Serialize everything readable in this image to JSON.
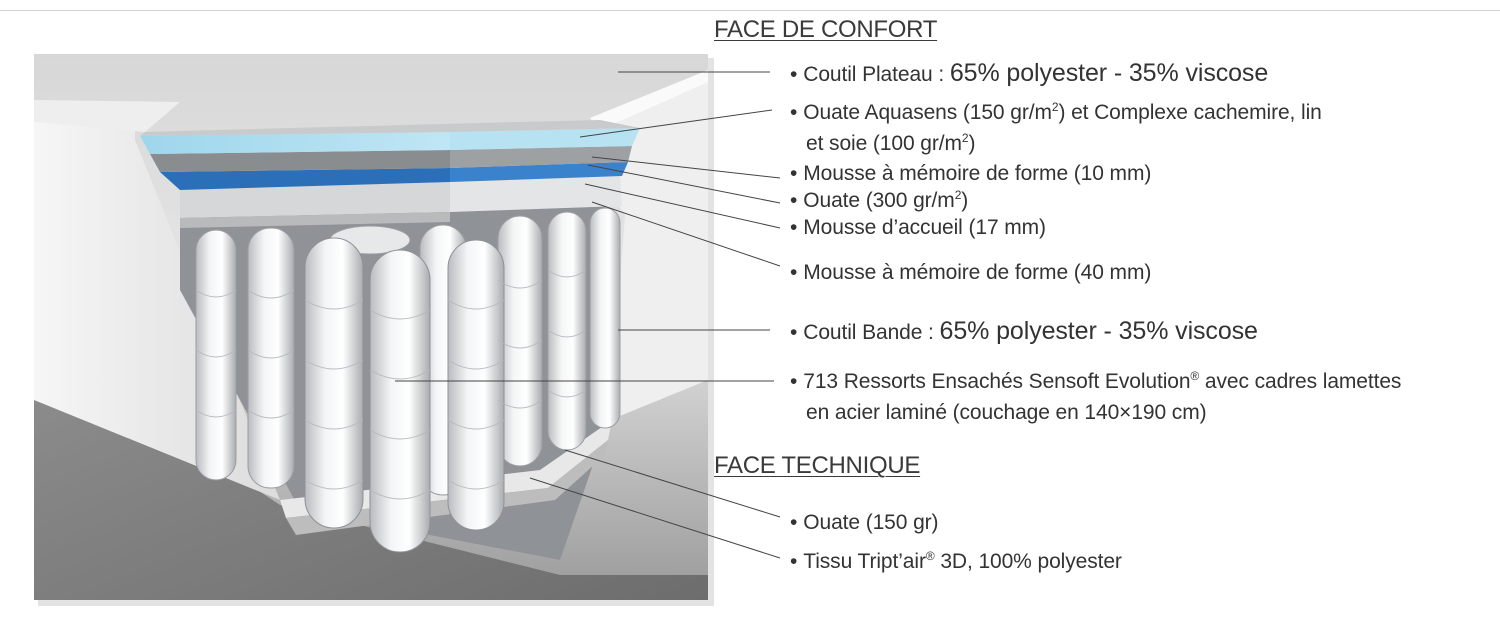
{
  "headings": {
    "comfort": "FACE DE CONFORT",
    "technical": "FACE TECHNIQUE"
  },
  "labels": {
    "coutil_plateau": {
      "name": "Coutil Plateau :",
      "value": "65% polyester - 35% viscose"
    },
    "ouate_aquasens": {
      "line1_a": "Ouate Aquasens (150 gr/m",
      "line1_sup": "2",
      "line1_b": ") et Complexe cachemire, lin",
      "line2_a": "et soie (100 gr/m",
      "line2_sup": "2",
      "line2_b": ")"
    },
    "mousse_memoire_10": "Mousse à mémoire de forme (10 mm)",
    "ouate_300": {
      "a": "Ouate (300 gr/m",
      "sup": "2",
      "b": ")"
    },
    "mousse_accueil": "Mousse d’accueil (17 mm)",
    "mousse_memoire_40": "Mousse à mémoire de forme (40 mm)",
    "coutil_bande": {
      "name": "Coutil Bande :",
      "value": "65% polyester - 35% viscose"
    },
    "ressorts": {
      "line1_a": "713 Ressorts Ensachés Sensoft Evolution",
      "line1_sup": "®",
      "line1_b": " avec cadres lamettes",
      "line2": "en acier laminé (couchage en 140×190 cm)"
    },
    "ouate_150": "Ouate (150 gr)",
    "tissu": {
      "a": "Tissu Tript’air",
      "sup": "®",
      "b": " 3D, 100% polyester"
    }
  },
  "bullet": "•",
  "colors": {
    "aquasens_layer": "#a9dcef",
    "memory_foam_layer": "#8a8d90",
    "blue_layer": "#2a6fb8",
    "ticking": "#ededed",
    "leader_line": "#444444"
  }
}
